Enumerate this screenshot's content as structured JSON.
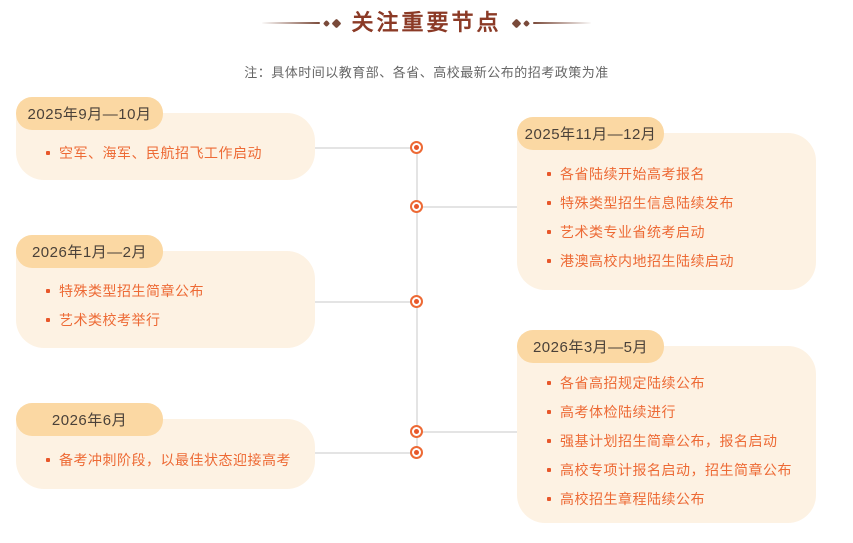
{
  "header": {
    "title": "关注重要节点",
    "note": "注：具体时间以教育部、各省、高校最新公布的招考政策为准"
  },
  "timeline": {
    "left": [
      {
        "period": "2025年9月—10月",
        "items": [
          "空军、海军、民航招飞工作启动"
        ]
      },
      {
        "period": "2026年1月—2月",
        "items": [
          "特殊类型招生简章公布",
          "艺术类校考举行"
        ]
      },
      {
        "period": "2026年6月",
        "items": [
          "备考冲刺阶段，以最佳状态迎接高考"
        ]
      }
    ],
    "right": [
      {
        "period": "2025年11月—12月",
        "items": [
          "各省陆续开始高考报名",
          "特殊类型招生信息陆续发布",
          "艺术类专业省统考启动",
          "港澳高校内地招生陆续启动"
        ]
      },
      {
        "period": "2026年3月—5月",
        "items": [
          "各省高招规定陆续公布",
          "高考体检陆续进行",
          "强基计划招生简章公布，报名启动",
          "高校专项计报名启动，招生简章公布",
          "高校招生章程陆续公布"
        ]
      }
    ]
  },
  "colors": {
    "title_text": "#8B3A26",
    "decoration": "#7A4A3A",
    "note_text": "#666666",
    "tab_background": "#FBD8A3",
    "tab_text": "#4A4139",
    "card_background": "#FDF2E3",
    "item_text": "#ED6A35",
    "connector_line": "#E4E4E4",
    "node_accent": "#E8572A"
  }
}
